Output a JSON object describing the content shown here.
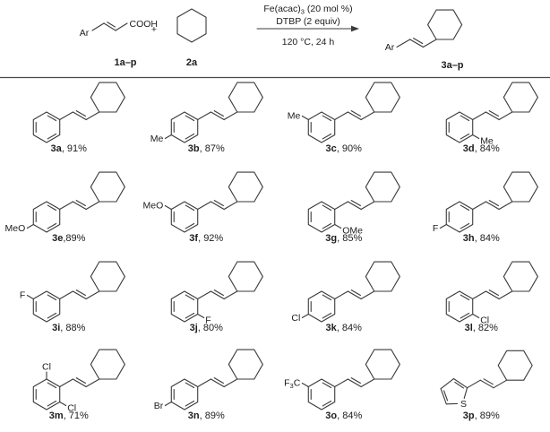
{
  "scheme": {
    "reactant1": {
      "ar": "Ar",
      "group": "COOH",
      "label": "1a–p"
    },
    "plus": "+",
    "reactant2": {
      "label": "2a"
    },
    "arrow": {
      "cond1_main": "Fe(acac)",
      "cond1_sub": "3",
      "cond1_rest": " (20 mol %)",
      "cond2": "DTBP (2 equiv)",
      "cond3": "120 °C, 24 h"
    },
    "product": {
      "ar": "Ar",
      "label": "3a–p"
    }
  },
  "products": [
    {
      "id": "3a",
      "sep": ", ",
      "yield": "91%",
      "sub": "none",
      "sublabel": ""
    },
    {
      "id": "3b",
      "sep": ", ",
      "yield": "87%",
      "sub": "para",
      "sublabel": "Me"
    },
    {
      "id": "3c",
      "sep": ", ",
      "yield": "90%",
      "sub": "meta",
      "sublabel": "Me"
    },
    {
      "id": "3d",
      "sep": ", ",
      "yield": "84%",
      "sub": "ortho",
      "sublabel": "Me"
    },
    {
      "id": "3e",
      "sep": ",",
      "yield": "89%",
      "sub": "para",
      "sublabel": "MeO"
    },
    {
      "id": "3f",
      "sep": ", ",
      "yield": "92%",
      "sub": "meta",
      "sublabel": "MeO"
    },
    {
      "id": "3g",
      "sep": ", ",
      "yield": "85%",
      "sub": "ortho",
      "sublabel": "OMe"
    },
    {
      "id": "3h",
      "sep": ", ",
      "yield": "84%",
      "sub": "para",
      "sublabel": "F"
    },
    {
      "id": "3i",
      "sep": ", ",
      "yield": "88%",
      "sub": "meta",
      "sublabel": "F"
    },
    {
      "id": "3j",
      "sep": ", ",
      "yield": "80%",
      "sub": "ortho",
      "sublabel": "F"
    },
    {
      "id": "3k",
      "sep": ", ",
      "yield": "84%",
      "sub": "para",
      "sublabel": "Cl"
    },
    {
      "id": "3l",
      "sep": ", ",
      "yield": "82%",
      "sub": "ortho",
      "sublabel": "Cl"
    },
    {
      "id": "3m",
      "sep": ", ",
      "yield": "71%",
      "sub": "diortho",
      "sublabel": "Cl",
      "sublabel2": "Cl"
    },
    {
      "id": "3n",
      "sep": ", ",
      "yield": "89%",
      "sub": "para",
      "sublabel": "Br"
    },
    {
      "id": "3o",
      "sep": ", ",
      "yield": "84%",
      "sub": "meta",
      "sublabel": "F3C"
    },
    {
      "id": "3p",
      "sep": ", ",
      "yield": "89%",
      "sub": "thiophene",
      "sublabel": "S"
    }
  ],
  "colors": {
    "bond": "#3a3a3a",
    "text": "#1c1c1c"
  }
}
